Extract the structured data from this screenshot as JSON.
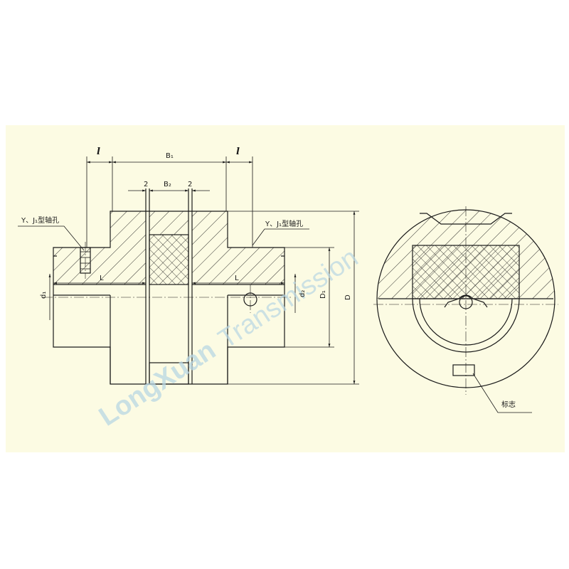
{
  "labels": {
    "B1": "B₁",
    "B2": "B₂",
    "l_left": "l",
    "l_right": "l",
    "gap_left": "2",
    "gap_right": "2",
    "bore_left": "Y、J₁型轴孔",
    "bore_right": "Y、J₁型轴孔",
    "L_left": "L",
    "L_right": "L",
    "d1": "d₁",
    "d2": "d₂",
    "D1": "D₁",
    "D": "D",
    "mark": "标志"
  },
  "watermark": {
    "brand": "LongXuan",
    "word": "Transmission"
  },
  "colors": {
    "sheet": "#fcfbe3",
    "line": "#1a1a1a",
    "watermark": "#b9d7e4"
  }
}
